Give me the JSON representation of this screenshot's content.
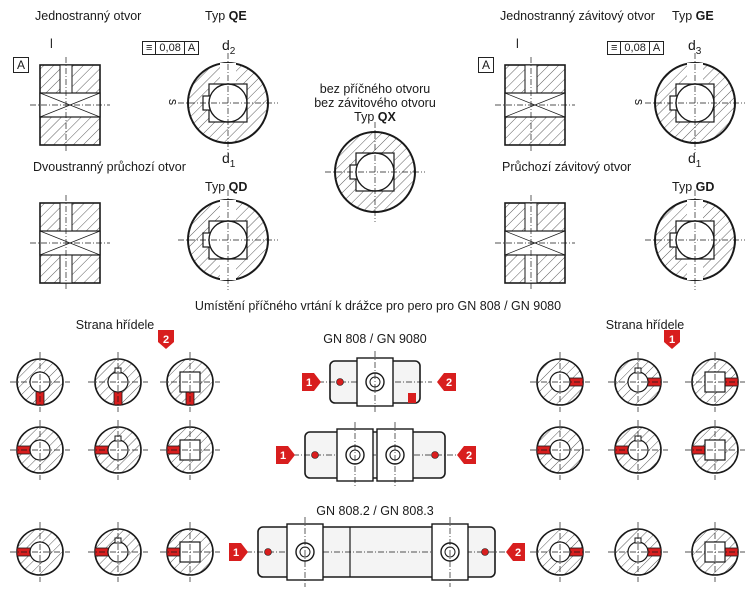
{
  "top_left": {
    "one_sided_hole": "Jednostranný otvor",
    "type_qe_prefix": "Typ ",
    "type_qe": "QE",
    "two_sided_hole": "Dvoustranný průchozí otvor",
    "type_qd_prefix": "Typ ",
    "type_qd": "QD",
    "datum": "A",
    "tolerance": "0,08",
    "tolerance_datum": "A",
    "dim_l": "l",
    "dim_s": "s",
    "dim_d2": "d",
    "dim_d2_sub": "2",
    "dim_d1": "d",
    "dim_d1_sub": "1"
  },
  "center": {
    "line1": "bez příčného otvoru",
    "line2": "bez závitového otvoru",
    "type_qx_prefix": "Typ ",
    "type_qx": "QX"
  },
  "top_right": {
    "one_sided_thread": "Jednostranný závitový otvor",
    "type_ge_prefix": "Typ ",
    "type_ge": "GE",
    "through_thread": "Průchozí závitový otvor",
    "type_gd_prefix": "Typ ",
    "type_gd": "GD",
    "datum": "A",
    "tolerance": "0,08",
    "tolerance_datum": "A",
    "dim_l": "l",
    "dim_s": "s",
    "dim_d3": "d",
    "dim_d3_sub": "3",
    "dim_d1": "d",
    "dim_d1_sub": "1"
  },
  "bottom": {
    "heading": "Umístění příčného vrtání k drážce pro pero pro GN 808 / GN 9080",
    "shaft_side_left": "Strana hřídele",
    "shaft_side_right": "Strana hřídele",
    "badge_left": "2",
    "badge_right": "1",
    "coupling1_label": "GN 808 / GN 9080",
    "coupling3_label": "GN 808.2 / GN 808.3",
    "badge_1": "1",
    "badge_2": "2"
  },
  "colors": {
    "accent_red": "#d81e1e",
    "line": "#1a1a1a"
  }
}
